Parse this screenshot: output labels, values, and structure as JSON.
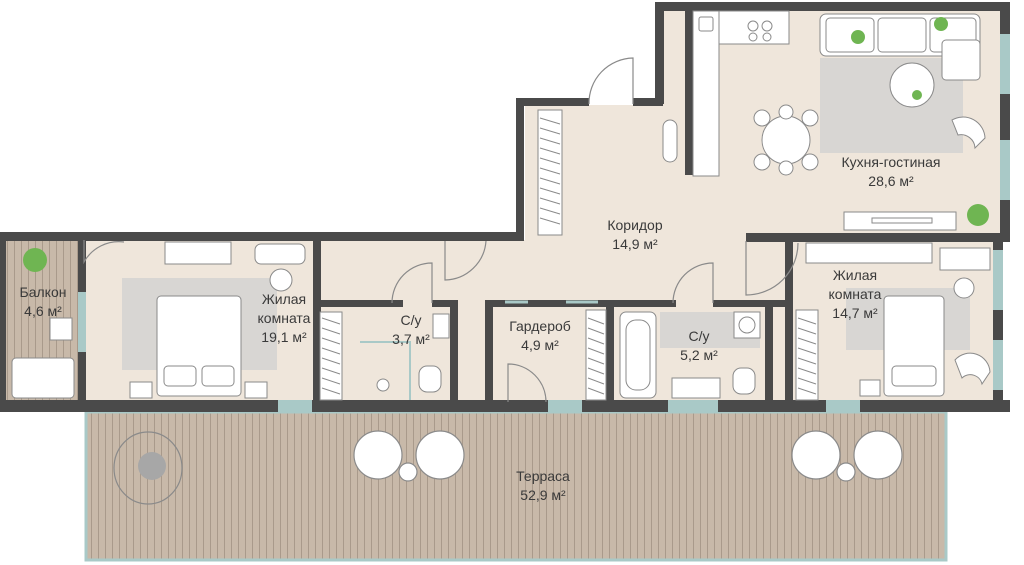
{
  "rooms": {
    "kitchen": {
      "name": "Кухня-гостиная",
      "area": "28,6 м²"
    },
    "corridor": {
      "name": "Коридор",
      "area": "14,9 м²"
    },
    "living_left": {
      "name_line1": "Жилая",
      "name_line2": "комната",
      "area": "19,1 м²"
    },
    "living_right": {
      "name_line1": "Жилая",
      "name_line2": "комната",
      "area": "14,7 м²"
    },
    "balcony": {
      "name": "Балкон",
      "area": "4,6 м²"
    },
    "bath_small": {
      "name": "С/у",
      "area": "3,7 м²"
    },
    "wardrobe": {
      "name": "Гардероб",
      "area": "4,9 м²"
    },
    "bath_large": {
      "name": "С/у",
      "area": "5,2 м²"
    },
    "terrace": {
      "name": "Терраса",
      "area": "52,9 м²"
    }
  },
  "colors": {
    "floor": "#efe6db",
    "wall": "#4a4a4a",
    "terrace": "#c8b9a9",
    "furniture_fill": "#ffffff",
    "furniture_stroke": "#8a8a8a",
    "rug": "#d8d6d3",
    "window": "#a9c9c7",
    "plant": "#6fb552"
  }
}
